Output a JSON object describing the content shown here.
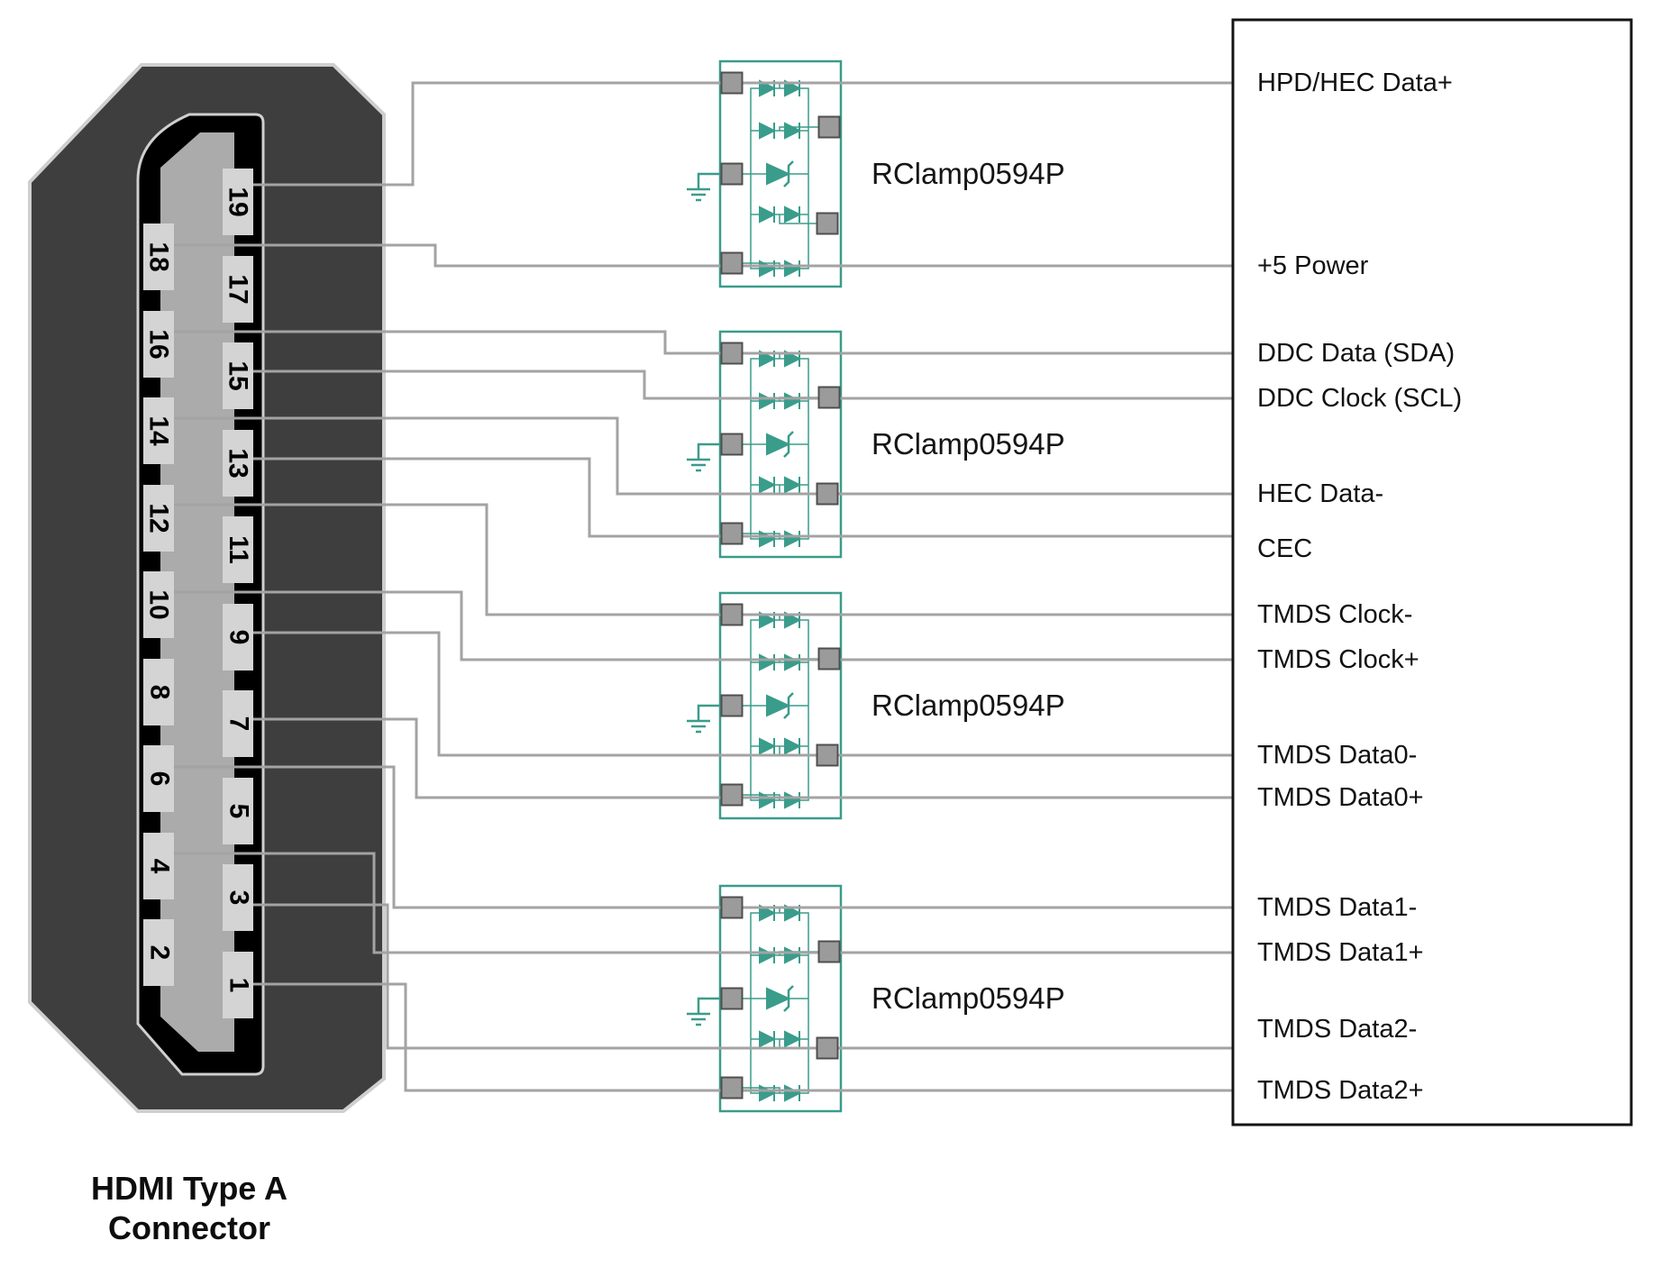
{
  "diagram_title": "HDMI Type A Connector to RClamp0594P protection schematic",
  "connector": {
    "caption_line1": "HDMI Type A",
    "caption_line2": "Connector",
    "pins_odd": [
      "19",
      "17",
      "15",
      "13",
      "11",
      "9",
      "7",
      "5",
      "3",
      "1"
    ],
    "pins_even": [
      "18",
      "16",
      "14",
      "12",
      "10",
      "8",
      "6",
      "4",
      "2"
    ]
  },
  "clamps": {
    "part_number": "RClamp0594P",
    "count": 4,
    "symbols": [
      "steering-diode-pair",
      "steering-diode-pair",
      "tvs-diode",
      "steering-diode-pair",
      "steering-diode-pair",
      "ground"
    ]
  },
  "signals": [
    "HPD/HEC Data+",
    "+5 Power",
    "DDC Data (SDA)",
    "DDC Clock (SCL)",
    "HEC Data-",
    "CEC",
    "TMDS Clock-",
    "TMDS Clock+",
    "TMDS Data0-",
    "TMDS Data0+",
    "TMDS Data1-",
    "TMDS Data1+",
    "TMDS Data2-",
    "TMDS Data2+"
  ],
  "colors": {
    "connector_body": "#3e3e3e",
    "connector_outline": "#cfcfcf",
    "connector_shell": "#000000",
    "connector_inner": "#ababab",
    "pin_fill": "#d4d4d4",
    "wire": "#a3a3a3",
    "clamp_teal": "#3a9c8b",
    "pad_fill": "#9b9b9b",
    "pad_border": "#4f4f4f",
    "box_border": "#141414"
  }
}
